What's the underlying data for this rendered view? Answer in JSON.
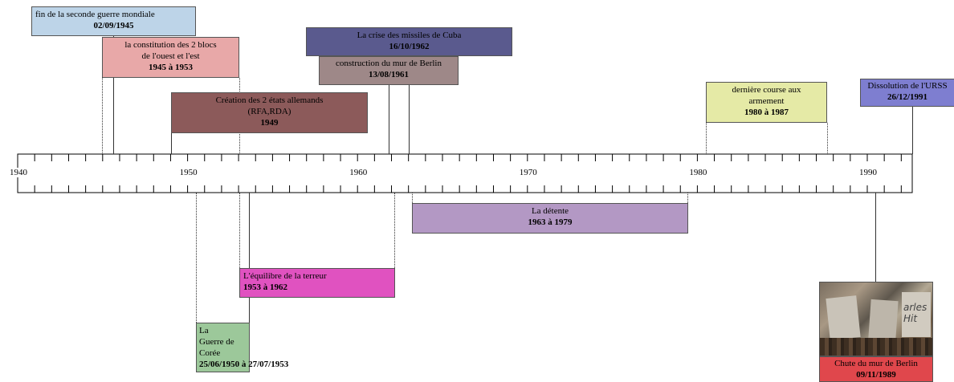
{
  "axis": {
    "start_year": 1940,
    "end_year": 1992,
    "labels": [
      "1940",
      "1950",
      "1960",
      "1970",
      "1980",
      "1990"
    ]
  },
  "events": {
    "wwii_end": {
      "title": "fin de la seconde guerre mondiale",
      "date": "02/09/1945",
      "color": "#bdd4e8"
    },
    "two_blocs": {
      "title_1": "la constitution des 2 blocs",
      "title_2": "de l'ouest et l'est",
      "date": "1945 à 1953",
      "color": "#e8a8a8"
    },
    "cuba": {
      "title": "La crise des missiles de Cuba",
      "date": "16/10/1962",
      "color": "#5a5a8e"
    },
    "berlin_wall": {
      "title": "construction du mur de Berlin",
      "date": "13/08/1961",
      "color": "#9e8888"
    },
    "two_germanies": {
      "title_1": "Création des 2 états allemands",
      "title_2": "(RFA,RDA)",
      "date": "1949",
      "color": "#8c5a5a"
    },
    "arms_race": {
      "title_1": "dernière course aux",
      "title_2": "armement",
      "date": "1980 à 1987",
      "color": "#e5eaa6"
    },
    "ussr": {
      "title": "Dissolution de l'URSS",
      "date": "26/12/1991",
      "color": "#7e7ed0"
    },
    "detente": {
      "title": "La détente",
      "date": "1963 à 1979",
      "color": "#b398c4"
    },
    "terror": {
      "title": "L'équilibre de la terreur",
      "date": "1953 à 1962",
      "color": "#e052c0"
    },
    "korea": {
      "line_1": "La",
      "line_2": "Guerre de",
      "line_3": "Corée",
      "date": "25/06/1950 à 27/07/1953",
      "color": "#9cc89a"
    },
    "wall_fall": {
      "title": "Chute du mur de Berlin",
      "date": "09/11/1989",
      "color": "#e0474c",
      "photo_text": "arles Hit"
    }
  }
}
